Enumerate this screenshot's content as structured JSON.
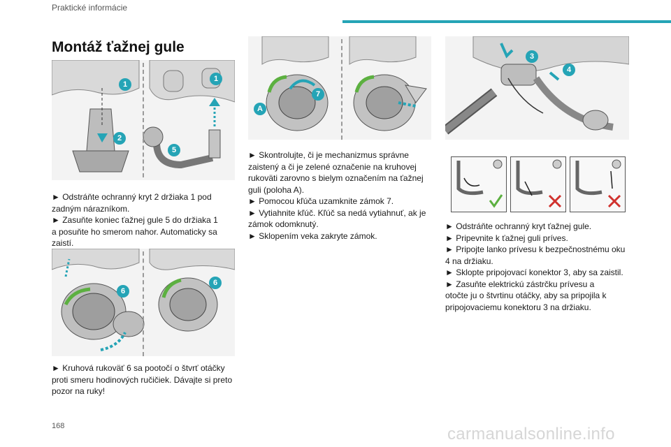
{
  "header": {
    "section": "Praktické informácie",
    "accent_color": "#25a4b6"
  },
  "page": {
    "number": "168",
    "title": "Montáž ťažnej gule"
  },
  "callout_color": "#25a4b6",
  "callouts": {
    "one_a": "1",
    "two": "2",
    "one_b": "1",
    "five": "5",
    "six_a": "6",
    "six_b": "6",
    "seven": "7",
    "a": "A",
    "three": "3",
    "four": "4"
  },
  "col1": {
    "block1": {
      "l1": "► Odstráňte ochranný kryt 2 držiaka 1 pod",
      "l2": "zadným nárazníkom.",
      "l3": "► Zasuňte koniec ťažnej gule 5 do držiaka 1",
      "l4": "a posuňte ho smerom nahor. Automaticky sa",
      "l5": "zaistí."
    },
    "block2": {
      "l1": "► Kruhová rukoväť 6 sa pootočí o štvrť otáčky",
      "l2": "proti smeru hodinových ručičiek. Dávajte si preto",
      "l3": "pozor na ruky!"
    }
  },
  "col2": {
    "l1": "► Skontrolujte, či je mechanizmus správne",
    "l2": "zaistený a či je zelené označenie na kruhovej",
    "l3": "rukoväti zarovno s bielym označením na ťažnej",
    "l4": "guli (poloha A).",
    "l5": "► Pomocou kľúča uzamknite zámok 7.",
    "l6": "► Vytiahnite kľúč. Kľúč sa nedá vytiahnuť, ak je",
    "l7": "zámok odomknutý.",
    "l8": "► Sklopením veka zakryte zámok."
  },
  "col3": {
    "l1": "► Odstráňte ochranný kryt ťažnej gule.",
    "l2": "► Pripevnite k ťažnej guli príves.",
    "l3": "► Pripojte lanko prívesu k bezpečnostnému oku",
    "l4": "4 na držiaku.",
    "l5": "► Sklopte pripojovací konektor 3, aby sa zaistil.",
    "l6": "► Zasuňte elektrickú zástrčku prívesu a",
    "l7": "otočte ju o štvrtinu otáčky, aby sa pripojila k",
    "l8": "pripojovaciemu konektoru 3 na držiaku."
  },
  "watermark": "carmanualsonline.info"
}
